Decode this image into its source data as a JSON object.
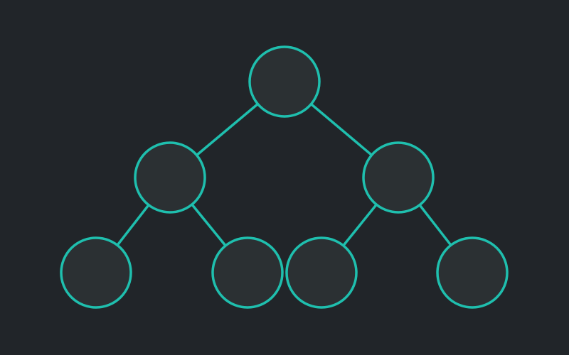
{
  "theme": {
    "background": "#212529",
    "node_fill": "#2b3033",
    "accent": "#1fbfae"
  },
  "tree": {
    "nodes": [
      {
        "id": "root"
      },
      {
        "id": "left-child"
      },
      {
        "id": "right-child"
      },
      {
        "id": "left-left-leaf"
      },
      {
        "id": "left-right-leaf"
      },
      {
        "id": "right-left-leaf"
      },
      {
        "id": "right-right-leaf"
      }
    ],
    "edges": [
      {
        "from": "root",
        "to": "left-child"
      },
      {
        "from": "root",
        "to": "right-child"
      },
      {
        "from": "left-child",
        "to": "left-left-leaf"
      },
      {
        "from": "left-child",
        "to": "left-right-leaf"
      },
      {
        "from": "right-child",
        "to": "right-left-leaf"
      },
      {
        "from": "right-child",
        "to": "right-right-leaf"
      }
    ]
  }
}
